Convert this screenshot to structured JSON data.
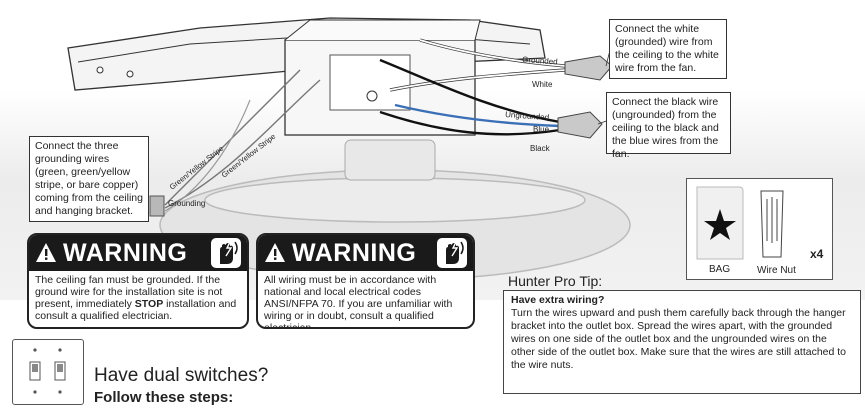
{
  "diagram": {
    "wire_labels": {
      "grounded": "Grounded",
      "white": "White",
      "ungrounded": "Ungrounded",
      "blue": "Blue",
      "black": "Black",
      "grounding": "Grounding",
      "green_yellow_stripe_1": "Green/Yellow Stripe",
      "green_yellow_stripe_2": "Green/Yellow Stripe"
    },
    "callout_white": "Connect the white (grounded) wire from the ceiling to the white wire from the fan.",
    "callout_black": "Connect the black wire (ungrounded) from the ceiling to the black and the blue wires from the fan.",
    "callout_grounding": "Connect the three grounding wires (green, green/yellow stripe, or bare copper) coming from the ceiling and hanging bracket."
  },
  "warnings": [
    {
      "title": "WARNING",
      "text_before": "The ceiling fan must be grounded. If the ground wire for the installation site is not present, immediately ",
      "text_strong": "STOP",
      "text_after": " installation and consult a qualified electrician."
    },
    {
      "title": "WARNING",
      "text": "All wiring must be in accordance with national and local electrical codes ANSI/NFPA 70. If you are unfamiliar with wiring or in doubt, consult a qualified electrician."
    }
  ],
  "parts": {
    "bag_label": "BAG",
    "wire_nut_label": "Wire Nut",
    "quantity": "x4"
  },
  "pro_tip": {
    "heading": "Hunter Pro Tip:",
    "question": "Have extra wiring?",
    "body": "Turn the wires upward and push them carefully back through the hanger bracket into the outlet box. Spread the wires apart, with the grounded wires on one side of the outlet box and the ungrounded wires on the other side of the outlet box. Make sure that the wires are still attached to the wire nuts."
  },
  "dual_switches": {
    "heading": "Have dual switches?",
    "subheading": "Follow these steps:"
  },
  "colors": {
    "warning_black": "#1a1a1a",
    "wire_blue": "#3b6fb6",
    "wire_black": "#111111",
    "wire_white": "#ffffff",
    "wire_nut_gray": "#b8b8b8"
  }
}
